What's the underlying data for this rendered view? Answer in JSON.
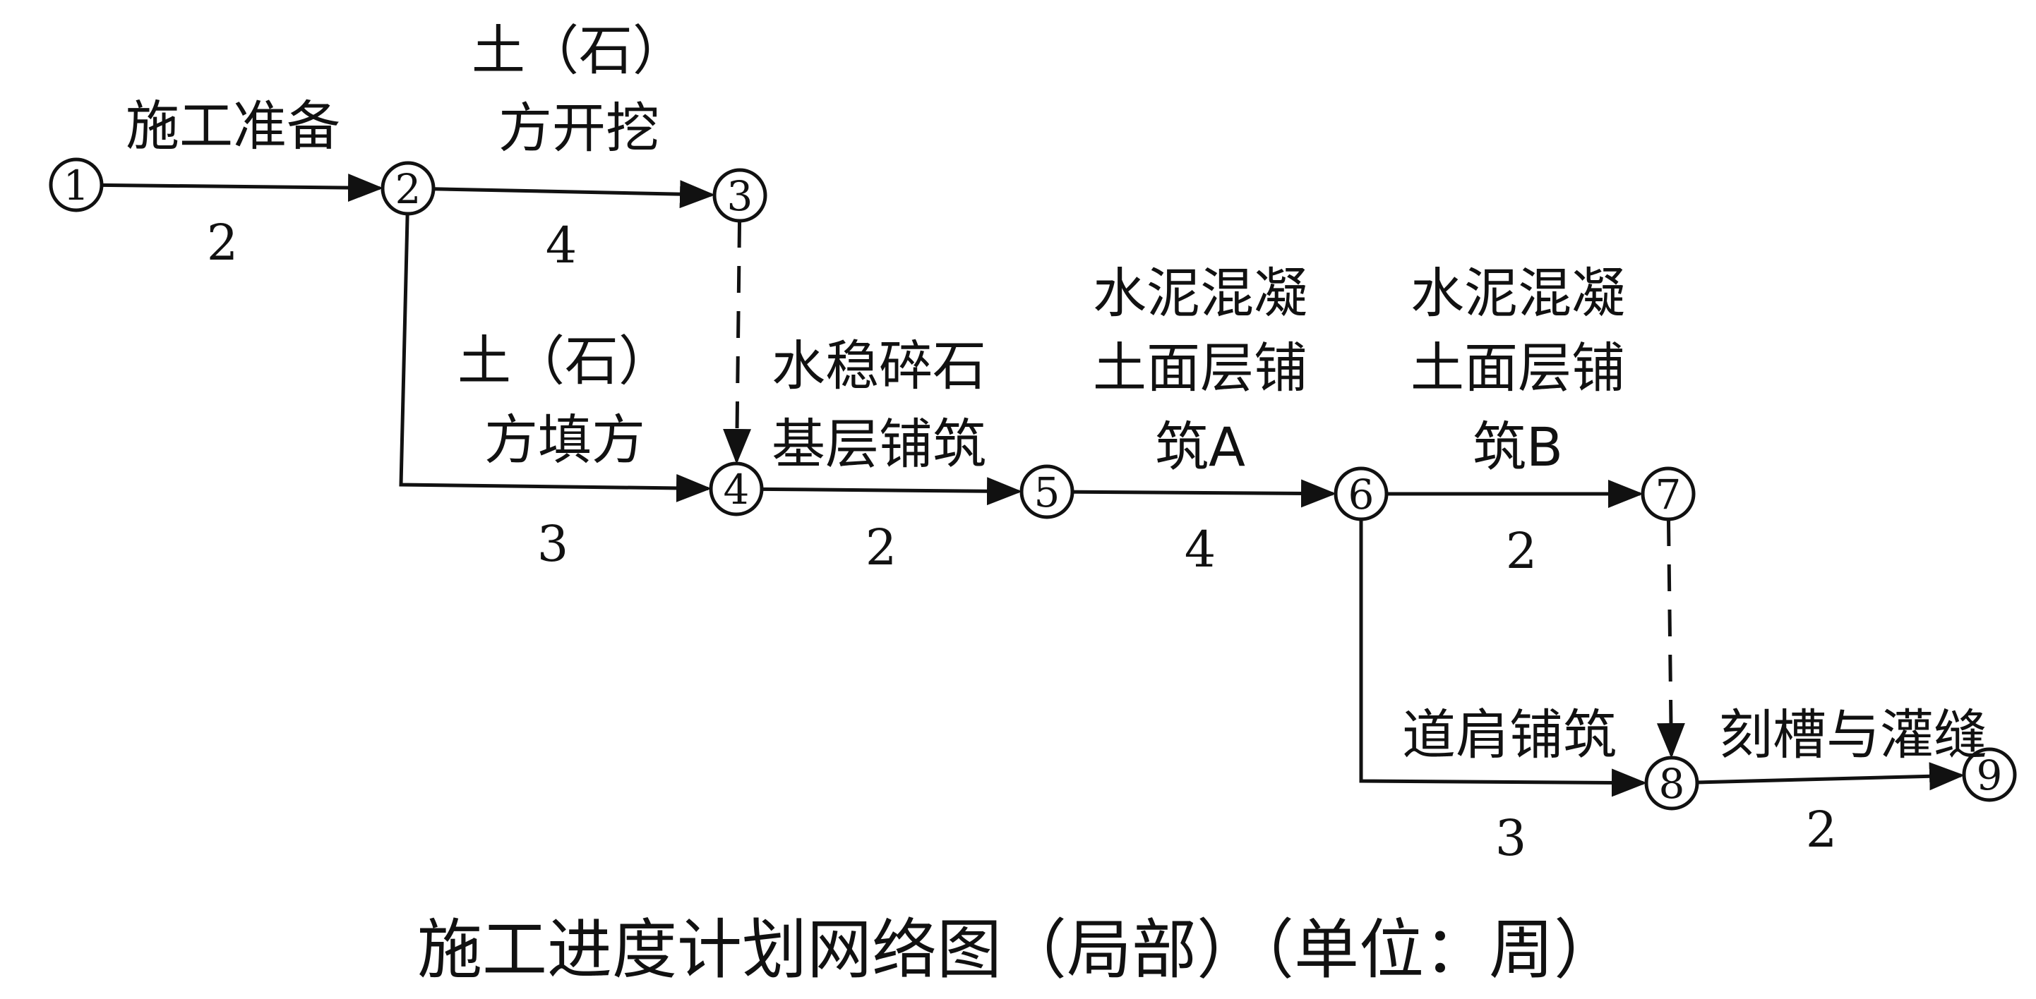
{
  "diagram": {
    "title": "施工进度计划网络图（局部）（单位：周）",
    "nodes": [
      {
        "id": "1",
        "label": "①"
      },
      {
        "id": "2",
        "label": "②"
      },
      {
        "id": "3",
        "label": "③"
      },
      {
        "id": "4",
        "label": "④"
      },
      {
        "id": "5",
        "label": "⑤"
      },
      {
        "id": "6",
        "label": "⑥"
      },
      {
        "id": "7",
        "label": "⑦"
      },
      {
        "id": "8",
        "label": "⑧"
      },
      {
        "id": "9",
        "label": "⑨"
      }
    ],
    "activities": [
      {
        "from": "1",
        "to": "2",
        "name_lines": [
          "施工准备"
        ],
        "duration": "2"
      },
      {
        "from": "2",
        "to": "3",
        "name_lines": [
          "土（石）",
          "方开挖"
        ],
        "duration": "4"
      },
      {
        "from": "2",
        "to": "4",
        "name_lines": [
          "土（石）",
          "方填方"
        ],
        "duration": "3"
      },
      {
        "from": "4",
        "to": "5",
        "name_lines": [
          "水稳碎石",
          "基层铺筑"
        ],
        "duration": "2"
      },
      {
        "from": "5",
        "to": "6",
        "name_lines": [
          "水泥混凝",
          "土面层铺",
          "筑A"
        ],
        "duration": "4"
      },
      {
        "from": "6",
        "to": "7",
        "name_lines": [
          "水泥混凝",
          "土面层铺",
          "筑B"
        ],
        "duration": "2"
      },
      {
        "from": "6",
        "to": "8",
        "name_lines": [
          "道肩铺筑"
        ],
        "duration": "3"
      },
      {
        "from": "8",
        "to": "9",
        "name_lines": [
          "刻槽与灌缝"
        ],
        "duration": "2"
      }
    ],
    "dummies": [
      {
        "from": "3",
        "to": "4"
      },
      {
        "from": "7",
        "to": "8"
      }
    ]
  }
}
